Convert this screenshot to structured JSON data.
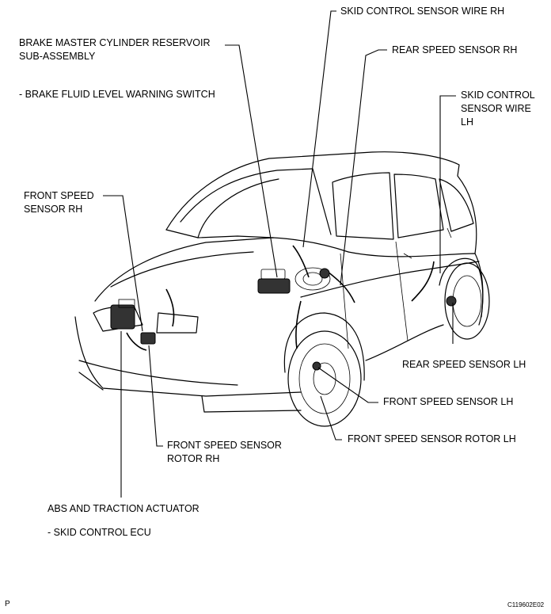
{
  "figure_code": "C119602E02",
  "page_mark": "P",
  "labels": {
    "brake_master_cylinder": [
      "BRAKE MASTER CYLINDER RESERVOIR",
      "SUB-ASSEMBLY"
    ],
    "brake_fluid_switch": "- BRAKE FLUID LEVEL WARNING SWITCH",
    "skid_wire_rh": "SKID CONTROL SENSOR WIRE RH",
    "rear_speed_rh": "REAR SPEED SENSOR RH",
    "skid_wire_lh": [
      "SKID CONTROL",
      "SENSOR WIRE",
      "LH"
    ],
    "front_speed_rh": [
      "FRONT SPEED",
      "SENSOR RH"
    ],
    "rear_speed_lh": "REAR SPEED SENSOR LH",
    "front_speed_lh": "FRONT SPEED SENSOR LH",
    "front_rotor_lh": "FRONT SPEED SENSOR ROTOR LH",
    "front_rotor_rh": [
      "FRONT SPEED SENSOR",
      "ROTOR RH"
    ],
    "abs_actuator": "ABS AND TRACTION ACTUATOR",
    "skid_ecu": "- SKID CONTROL ECU"
  }
}
